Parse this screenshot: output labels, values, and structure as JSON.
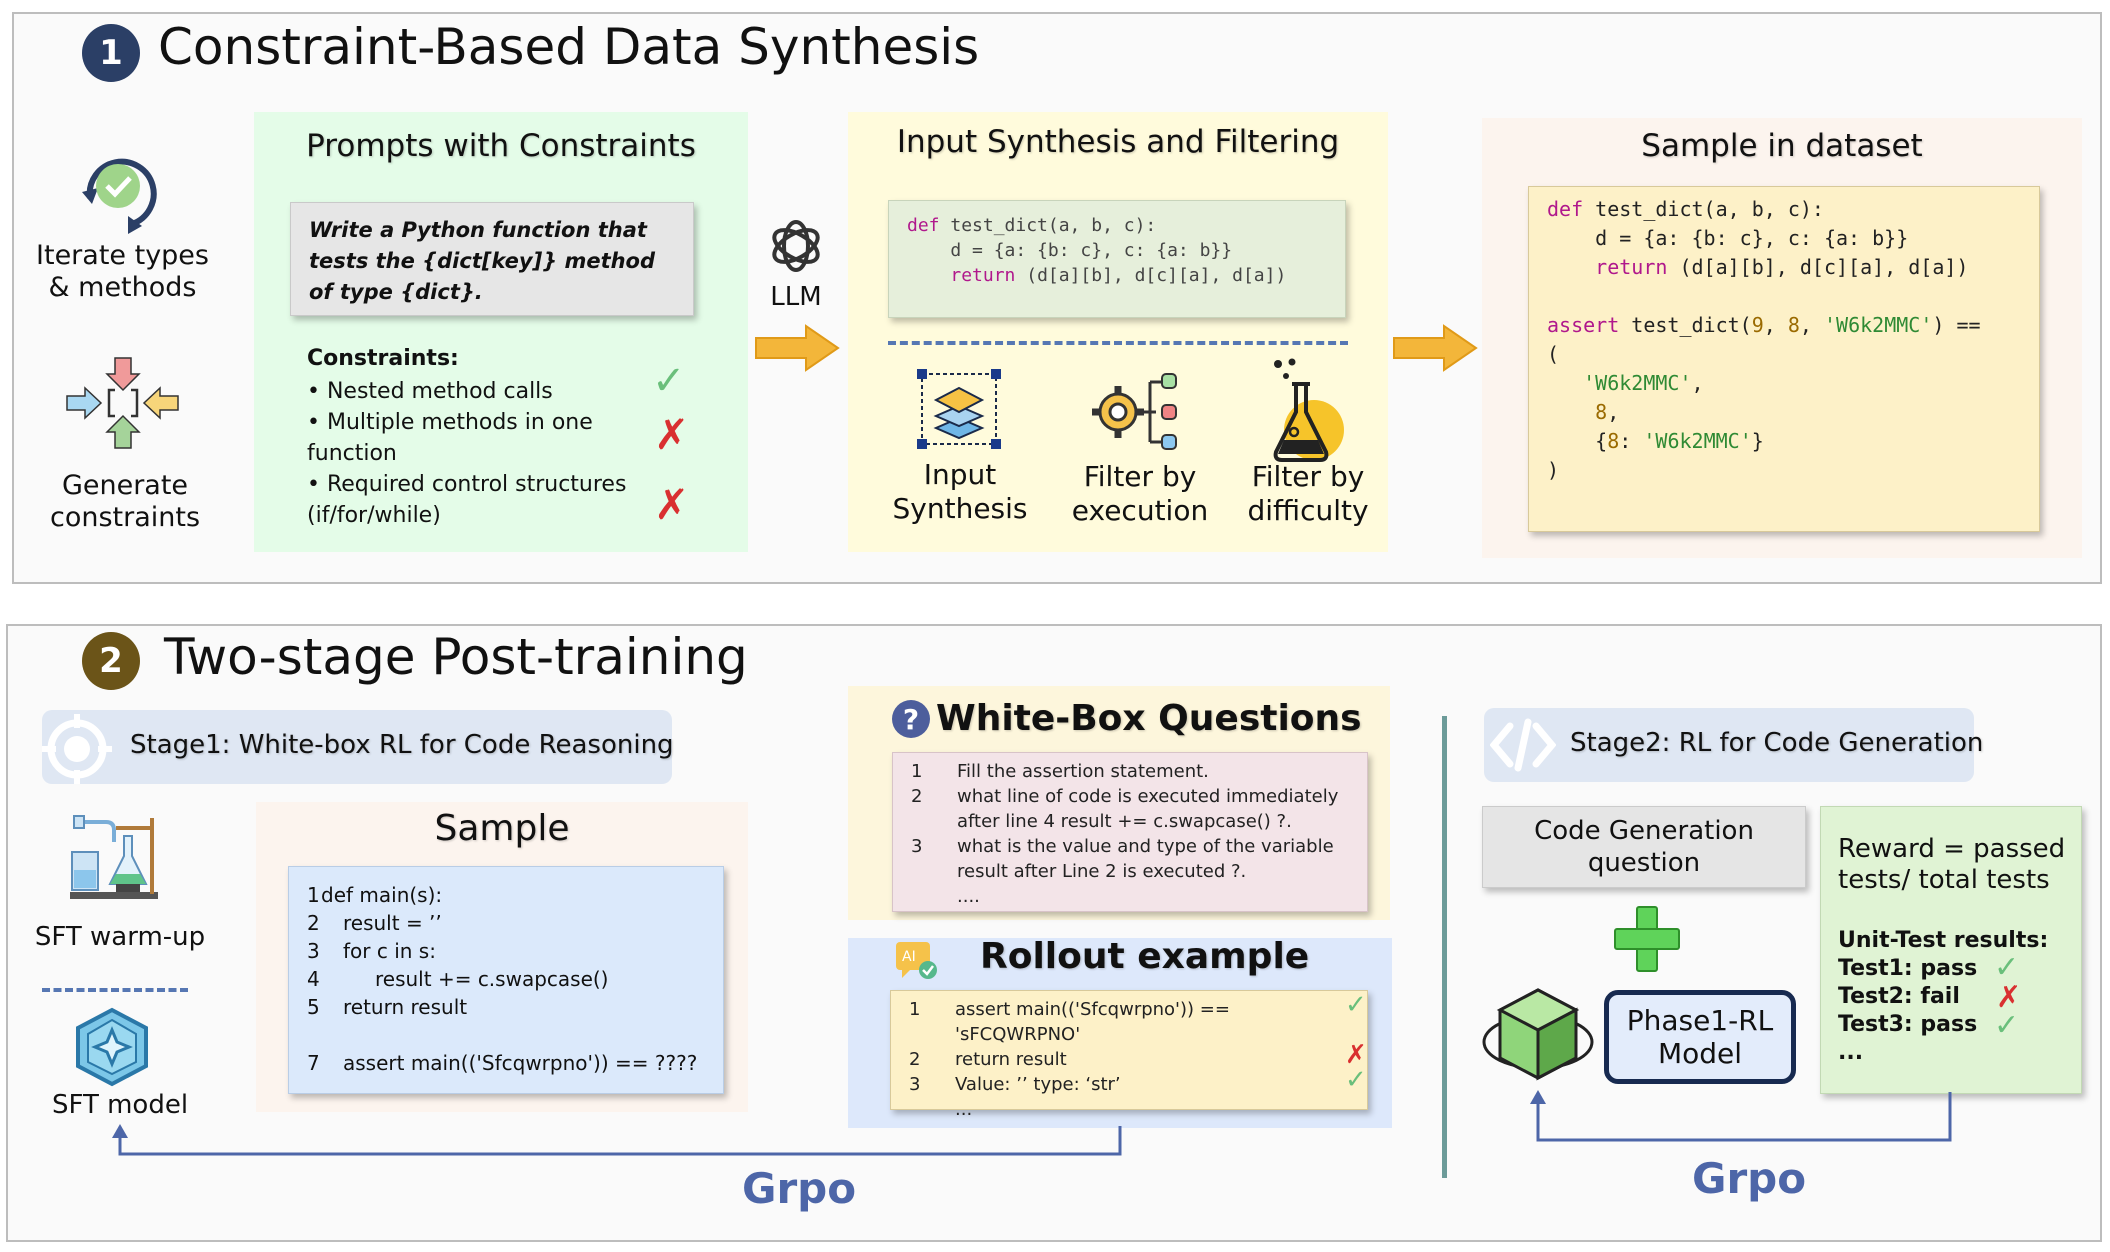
{
  "section1": {
    "number": "1",
    "title": "Constraint-Based Data Synthesis",
    "iterate_label": "Iterate types\n& methods",
    "generate_label": "Generate\nconstraints",
    "prompts": {
      "title": "Prompts with Constraints",
      "instruction": "Write a Python function that tests the {dict[key]} method of type {dict}.",
      "constraints_header": "Constraints:",
      "constraints": [
        {
          "text": "• Nested method calls",
          "mark": "✓"
        },
        {
          "text": "• Multiple methods in one function",
          "mark": "✗"
        },
        {
          "text": "• Required control structures (if/for/while)",
          "mark": "✗"
        }
      ]
    },
    "llm_label": "LLM",
    "synthesis": {
      "title": "Input Synthesis and Filtering",
      "code": [
        "def test_dict(a, b, c):",
        "    d = {a: {b: c}, c: {a: b}}",
        "    return (d[a][b], d[c][a], d[a])"
      ],
      "steps": [
        "Input\nSynthesis",
        "Filter by\nexecution",
        "Filter by\ndifficulty"
      ]
    },
    "sample": {
      "title": "Sample in dataset",
      "code": [
        "def test_dict(a, b, c):",
        "    d = {a: {b: c}, c: {a: b}}",
        "    return (d[a][b], d[c][a], d[a])",
        "",
        "assert test_dict(9, 8, 'W6k2MMC') ==",
        "(",
        "   'W6k2MMC',",
        "    8,",
        "    {8: 'W6k2MMC'}",
        ")"
      ]
    }
  },
  "section2": {
    "number": "2",
    "title": "Two-stage Post-training",
    "stage1_label": "Stage1: White-box RL for Code Reasoning",
    "sft_warmup_label": "SFT warm-up",
    "sft_model_label": "SFT model",
    "sample": {
      "title": "Sample",
      "lines": [
        {
          "n": "1",
          "t": "def main(s):",
          "indent": 0
        },
        {
          "n": "2",
          "t": "result = ’’",
          "indent": 1
        },
        {
          "n": "3",
          "t": "for c in s:",
          "indent": 1
        },
        {
          "n": "4",
          "t": "result += c.swapcase()",
          "indent": 2
        },
        {
          "n": "5",
          "t": "return result",
          "indent": 1
        },
        {
          "n": "",
          "t": "",
          "indent": 0
        },
        {
          "n": "7",
          "t": "assert main(('Sfcqwrpno')) == ????",
          "indent": 1
        }
      ]
    },
    "whitebox": {
      "title": "White-Box Questions",
      "icon": "?",
      "items": [
        {
          "n": "1",
          "t": "Fill the assertion statement."
        },
        {
          "n": "2",
          "t": "what line of code is executed immediately after line 4 result += c.swapcase() ?."
        },
        {
          "n": "3",
          "t": "what is the value and type of the variable result after Line 2 is executed ?."
        },
        {
          "n": "",
          "t": "...."
        }
      ]
    },
    "rollout": {
      "title": "Rollout example",
      "items": [
        {
          "n": "1",
          "t": "assert main(('Sfcqwrpno')) == 'sFCQWRPNO'",
          "mark": "✓"
        },
        {
          "n": "2",
          "t": "return result",
          "mark": "✗"
        },
        {
          "n": "3",
          "t": "Value: ’’ type: ‘str’",
          "mark": "✓"
        },
        {
          "n": "",
          "t": "...",
          "mark": ""
        }
      ]
    },
    "stage2_label": "Stage2: RL for Code Generation",
    "codegen_question": "Code Generation\nquestion",
    "plus": "+",
    "model_label": "Phase1-RL\nModel",
    "reward": {
      "formula": "Reward = passed\ntests/ total tests",
      "results_header": "Unit-Test results:",
      "tests": [
        {
          "t": "Test1: pass",
          "mark": "✓"
        },
        {
          "t": "Test2: fail",
          "mark": "✗"
        },
        {
          "t": "Test3: pass",
          "mark": "✓"
        }
      ],
      "more": "..."
    },
    "grpo_left": "Grpo",
    "grpo_right": "Grpo"
  },
  "colors": {
    "section1_badge": "#2b3f66",
    "section2_badge": "#6b5418",
    "prompts_bg": "#e4fce8",
    "synthesis_bg": "#fffbdc",
    "sample_bg": "#fcf4ee",
    "arrow": "#f3b63a",
    "grpo": "#4d66a8"
  }
}
